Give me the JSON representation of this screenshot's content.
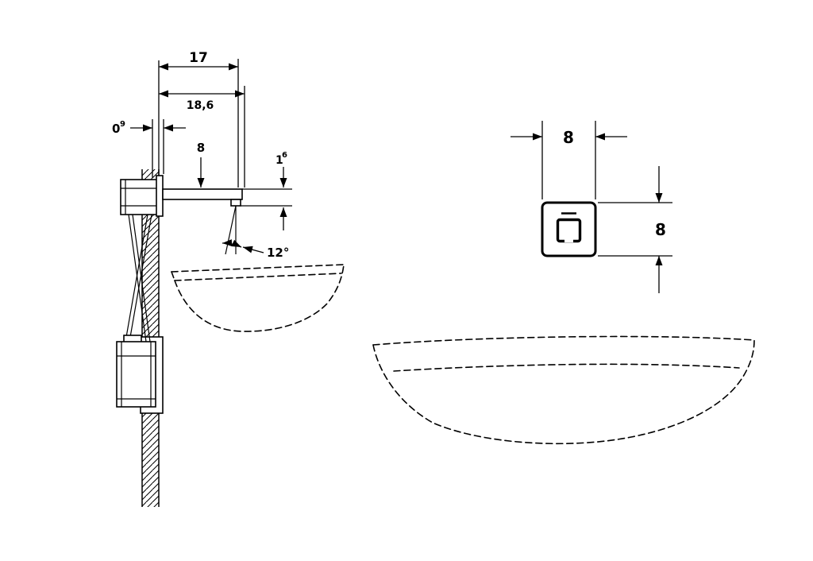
{
  "diagram": {
    "type": "technical-installation-drawing",
    "colors": {
      "line": "#000000",
      "background": "#ffffff"
    },
    "side_view": {
      "dim_projection": "17",
      "dim_total": "18,6",
      "dim_wall_finish": {
        "base": "0",
        "sup": "9"
      },
      "dim_spout_drop": "8",
      "dim_outlet": {
        "base": "1",
        "sup": "6"
      },
      "dim_spray_angle": "12°"
    },
    "front_view": {
      "dim_plate_width": "8",
      "dim_plate_height": "8"
    }
  }
}
